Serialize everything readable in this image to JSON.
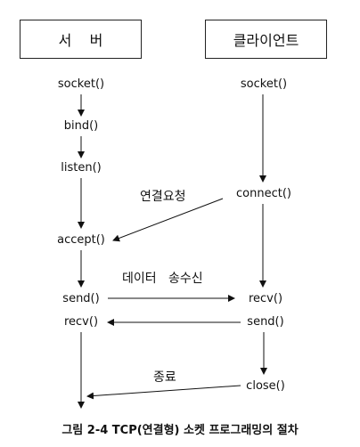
{
  "server": {
    "title": "서    버",
    "steps": [
      "socket()",
      "bind()",
      "listen()",
      "accept()",
      "send()",
      "recv()"
    ]
  },
  "client": {
    "title": "클라이언트",
    "steps": [
      "socket()",
      "connect()",
      "recv()",
      "send()",
      "close()"
    ]
  },
  "messages": {
    "connect_request": "연결요청",
    "data_transfer": "데이터   송수신",
    "terminate": "종료"
  },
  "caption": "그림 2-4 TCP(연결형) 소켓 프로그래밍의 절차"
}
